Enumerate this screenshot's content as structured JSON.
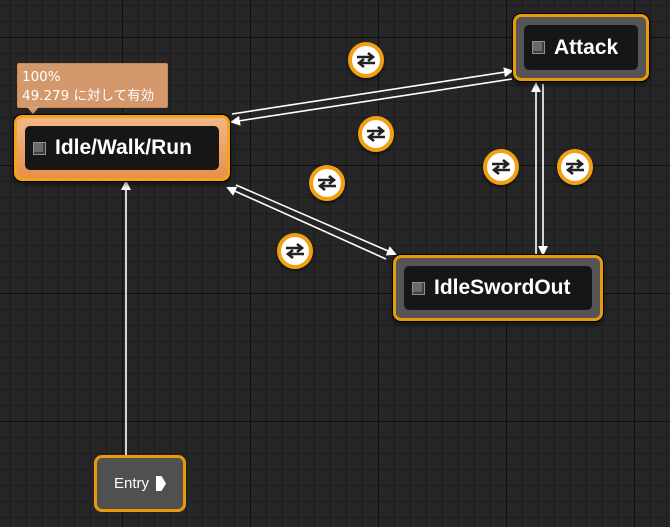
{
  "graph": {
    "entry": {
      "label": "Entry"
    },
    "states": {
      "idle_walk_run": {
        "label": "Idle/Walk/Run",
        "active": true
      },
      "attack": {
        "label": "Attack",
        "active": false
      },
      "idle_sword_out": {
        "label": "IdleSwordOut",
        "active": false
      }
    },
    "debug_tooltip": {
      "weight": "100%",
      "time_active": "49.279 に対して有効"
    },
    "transition_icon": "bidirectional-arrows-icon",
    "colors": {
      "node_border": "#e89a0c",
      "active_node": "#e7904c",
      "wire": "#ffffff",
      "canvas": "#262626"
    }
  }
}
